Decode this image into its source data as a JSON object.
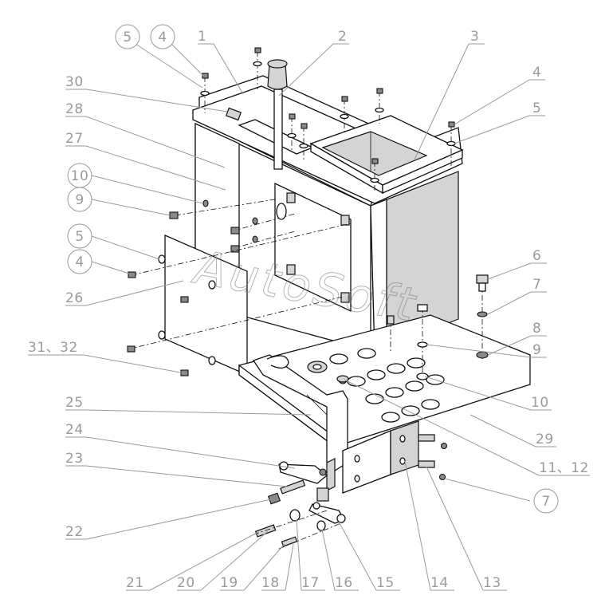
{
  "watermark": "AutoSoft",
  "labels": {
    "l1": "1",
    "l2": "2",
    "l3": "3",
    "l4a": "4",
    "l4b": "4",
    "l4c": "4",
    "l5a": "5",
    "l5b": "5",
    "l5c": "5",
    "l6": "6",
    "l7a": "7",
    "l7b": "7",
    "l8": "8",
    "l9a": "9",
    "l9b": "9",
    "l10a": "10",
    "l10b": "10",
    "l11_12": "11、12",
    "l13": "13",
    "l14": "14",
    "l15": "15",
    "l16": "16",
    "l17": "17",
    "l18": "18",
    "l19": "19",
    "l20": "20",
    "l21": "21",
    "l22": "22",
    "l23": "23",
    "l24": "24",
    "l25": "25",
    "l26": "26",
    "l27": "27",
    "l28": "28",
    "l29": "29",
    "l30": "30",
    "l31_32": "31、32"
  }
}
